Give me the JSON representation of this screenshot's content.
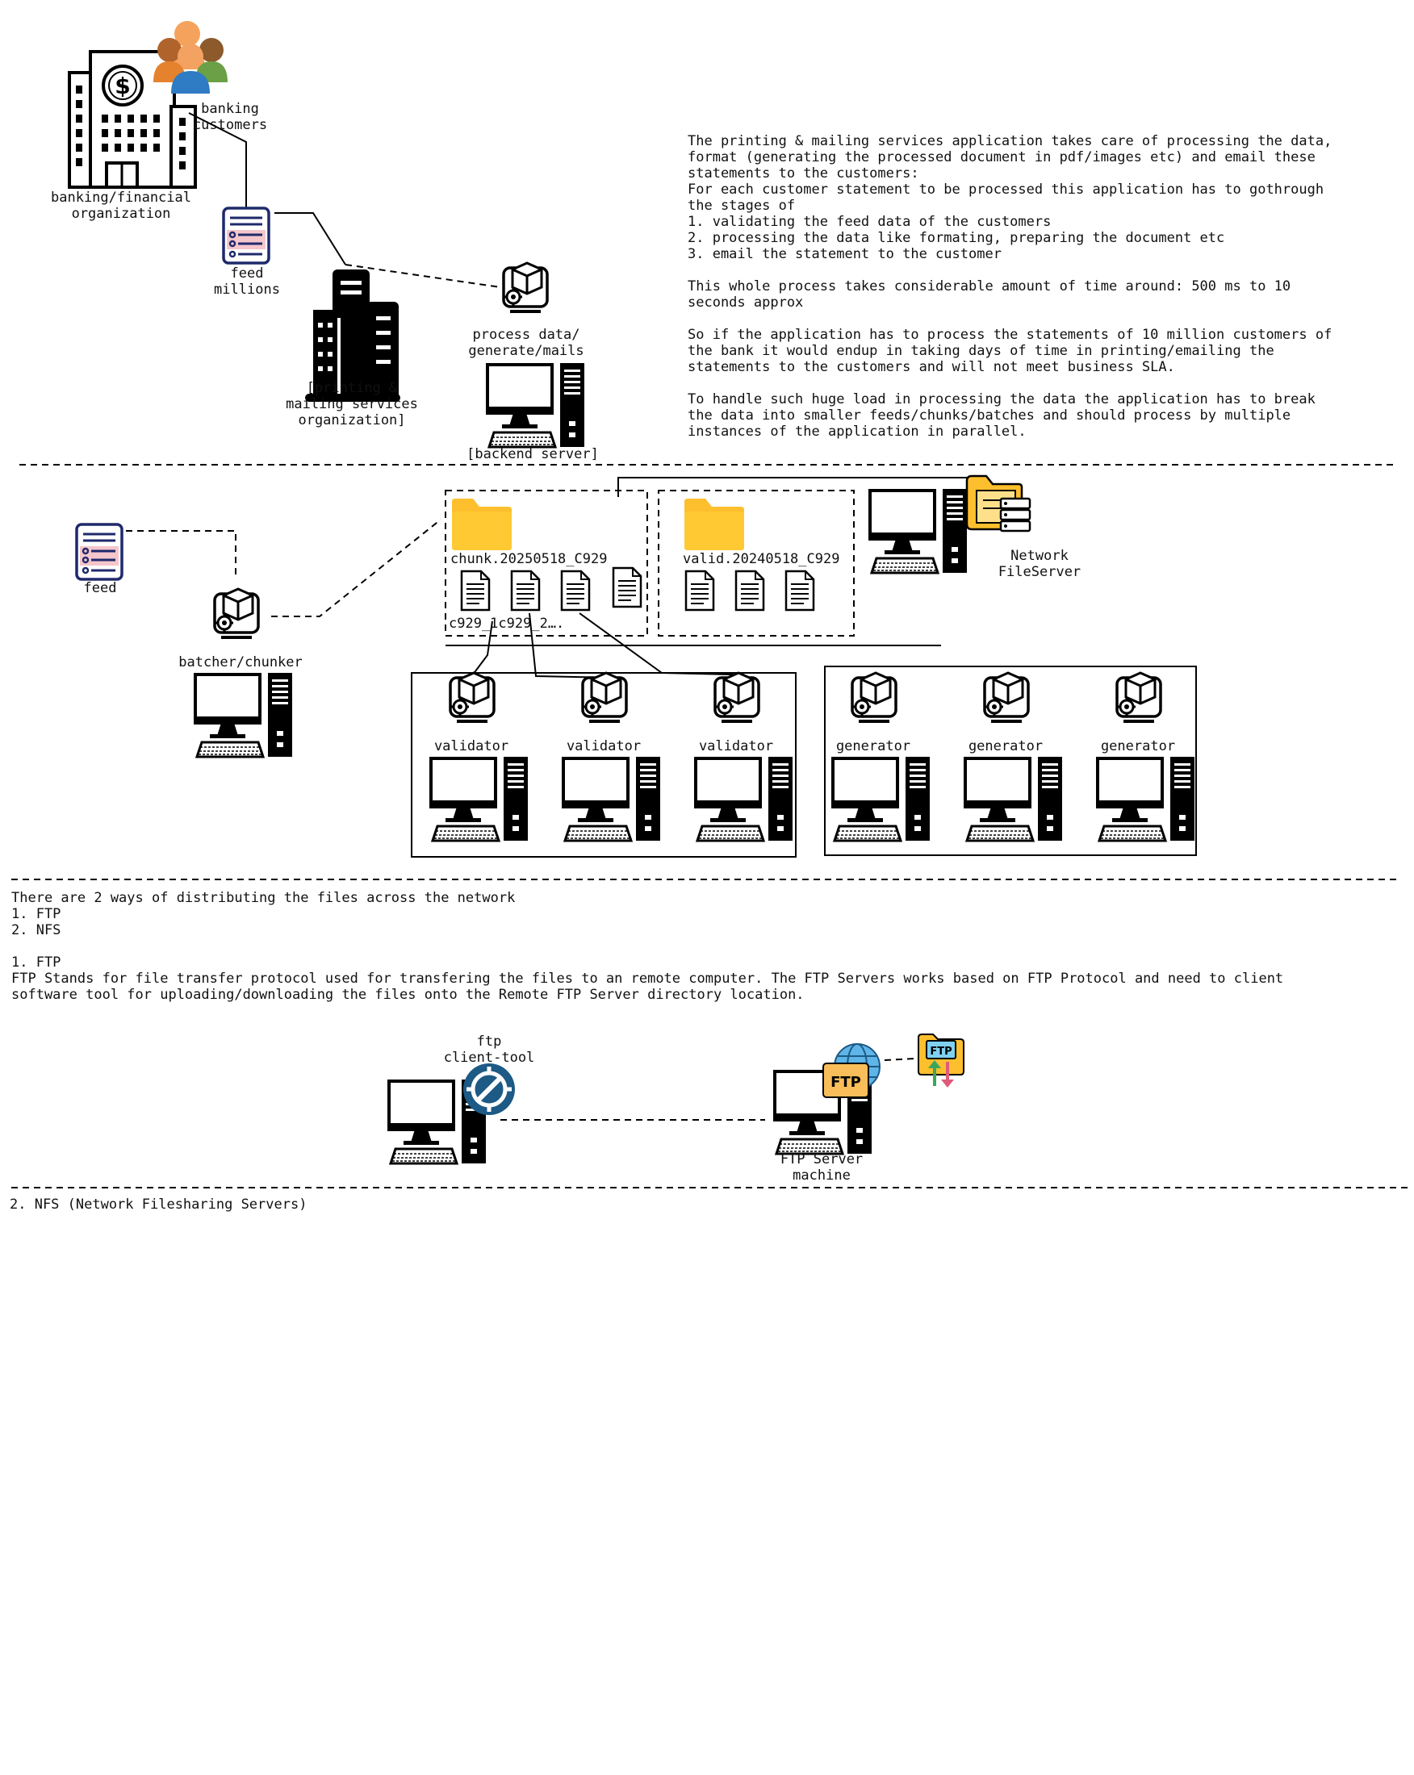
{
  "labels": {
    "banking_customers": "banking\ncustomers",
    "banking_org": "banking/financial\norganization",
    "feed_millions": "feed\nmillions",
    "printing_org": "[printing &\nmailing services\norganization]",
    "process_data": "process data/\ngenerate/mails",
    "backend_server": "[backend server]",
    "feed": "feed",
    "batcher": "batcher/chunker",
    "chunk_folder": "chunk.20250518_C929",
    "chunk_files": "c929_1c929_2….",
    "valid_folder": "valid.20240518_C929",
    "network_fileserver": "Network\nFileServer",
    "validator": "validator",
    "generator": "generator",
    "ftp_client_tool": "ftp\nclient-tool",
    "ftp_server_machine": "FTP Server\nmachine",
    "ftp_badge": "FTP",
    "ftp_folder_badge": "FTP"
  },
  "paragraphs": {
    "intro": "The printing & mailing services application takes care of processing the data,\nformat (generating the processed document in pdf/images etc) and email these\nstatements to the customers:\nFor each customer statement to be processed this application has to gothrough\nthe stages of\n1. validating the feed data of the customers\n2. processing the data like formating, preparing the document etc\n3. email the statement to the customer\n\nThis whole process takes considerable amount of time around: 500 ms to 10\nseconds approx\n\nSo if the application has to process the statements of 10 million customers of\nthe bank it would endup in taking days of time in printing/emailing the\nstatements to the customers and will not meet business SLA.\n\nTo handle such huge load in processing the data the application has to break\nthe data into smaller feeds/chunks/batches and should process by multiple\ninstances of the application in parallel.",
    "ways": "There are 2 ways of distributing the files across the network\n1. FTP\n2. NFS\n\n1. FTP\nFTP Stands for file transfer protocol used for transfering the files to an remote computer. The FTP Servers works based on FTP Protocol and need to client\nsoftware tool for uploading/downloading the files onto the Remote FTP Server directory location.",
    "nfs": "2. NFS (Network Filesharing Servers)"
  },
  "colors": {
    "folder": "#FDBF2D",
    "feed_border": "#1F2A6B",
    "feed_highlight": "#F5C6CB",
    "ftp_badge": "#F9BE5A",
    "globe": "#5FB4E8",
    "client_tool": "#1D5A85"
  }
}
